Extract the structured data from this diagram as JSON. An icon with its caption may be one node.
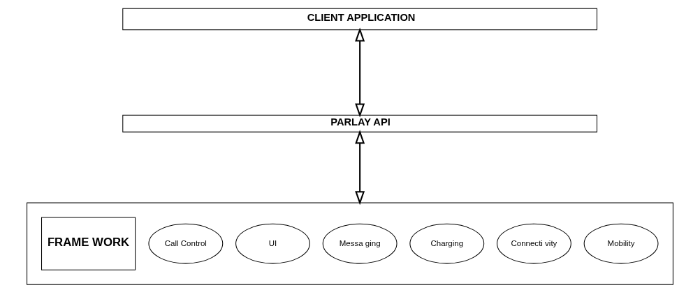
{
  "diagram": {
    "nodes": [
      {
        "text": [
          "CLIENT APPLICATION"
        ]
      },
      {
        "text": [
          "PARLAY API"
        ]
      },
      {
        "text": [],
        "shape": "box"
      },
      {
        "text": [
          "FRAME WORK"
        ],
        "in": 2
      },
      {
        "text": [
          "Call Control"
        ],
        "in": 2
      },
      {
        "text": [
          "UI"
        ],
        "in": 2
      },
      {
        "text": [
          "Messa ging"
        ],
        "in": 2
      },
      {
        "text": [
          "Charging"
        ],
        "in": 2
      },
      {
        "text": [
          "Connecti vity"
        ],
        "in": 2
      },
      {
        "text": [
          "Mobility"
        ],
        "in": 2
      }
    ],
    "edges": [
      {
        "from": 0,
        "to": 1,
        "arrow": "both"
      },
      {
        "from": 1,
        "to": 2,
        "arrow": "both"
      }
    ]
  }
}
